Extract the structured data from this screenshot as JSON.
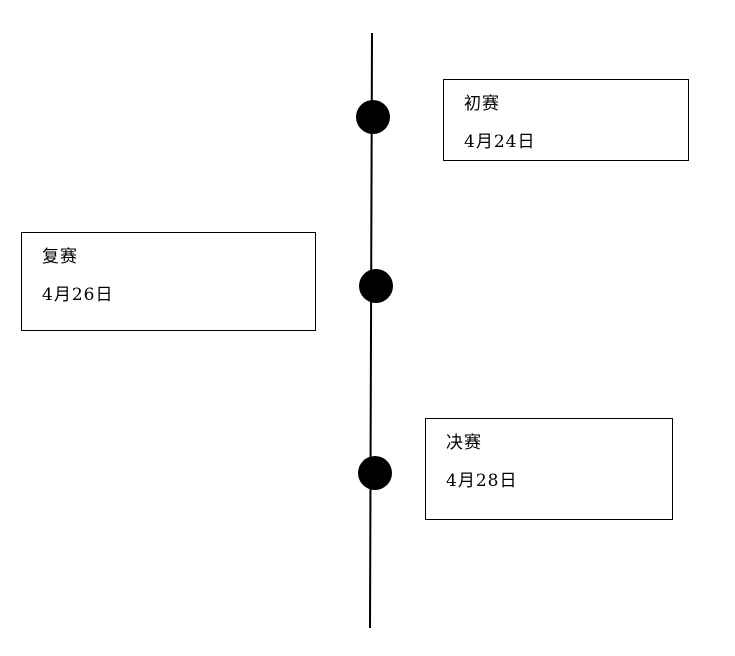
{
  "timeline": {
    "events": [
      {
        "title": "初赛",
        "date": "4月24日"
      },
      {
        "title": "复赛",
        "date": "4月26日"
      },
      {
        "title": "决赛",
        "date": "4月28日"
      }
    ]
  },
  "colors": {
    "line": "#000000",
    "marker": "#000000",
    "card_border": "#000000",
    "background": "#ffffff"
  }
}
